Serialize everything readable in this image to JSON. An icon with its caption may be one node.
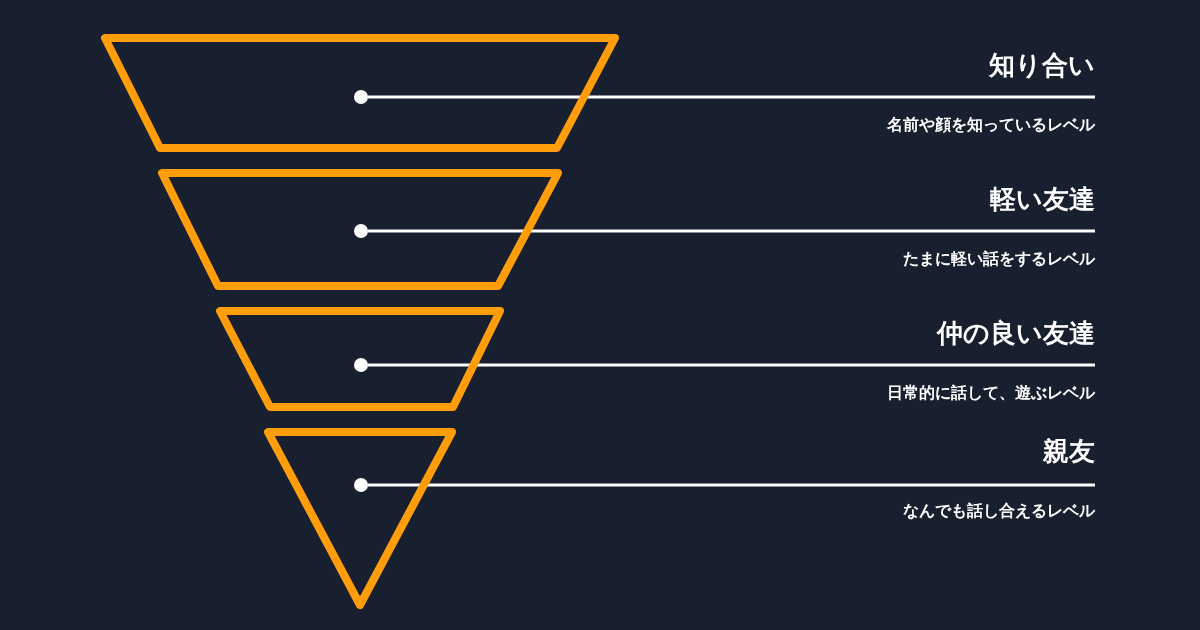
{
  "diagram": {
    "nodes": [
      {
        "text": [],
        "shape": "trapezoid"
      },
      {
        "text": [],
        "shape": "circle",
        "in": 0
      },
      {
        "text": [
          "知り合い",
          "名前や顔を知っているレベル"
        ]
      },
      {
        "text": [],
        "shape": "trapezoid"
      },
      {
        "text": [],
        "shape": "circle",
        "in": 3
      },
      {
        "text": [
          "軽い友達",
          "たまに軽い話をするレベル"
        ]
      },
      {
        "text": [],
        "shape": "trapezoid"
      },
      {
        "text": [],
        "shape": "circle",
        "in": 6
      },
      {
        "text": [
          "仲の良い友達",
          "日常的に話して、遊ぶレベル"
        ]
      },
      {
        "text": [],
        "shape": "triangle"
      },
      {
        "text": [],
        "shape": "circle",
        "in": 9
      },
      {
        "text": [
          "親友",
          "なんでも話し合えるレベル"
        ]
      }
    ],
    "edges": [
      {
        "from": 2,
        "to": 1,
        "arrow": "none"
      },
      {
        "from": 5,
        "to": 4,
        "arrow": "none"
      },
      {
        "from": 8,
        "to": 7,
        "arrow": "none"
      },
      {
        "from": 11,
        "to": 10,
        "arrow": "none"
      }
    ]
  }
}
